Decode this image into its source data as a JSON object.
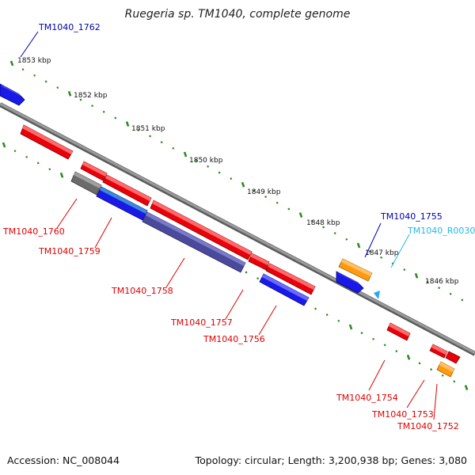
{
  "title": "Ruegeria sp. TM1040, complete genome",
  "footer": {
    "accession": "Accession: NC_008044",
    "topology": "Topology: circular; Length: 3,200,938 bp; Genes: 3,080"
  },
  "colors": {
    "backbone": "#808080",
    "tick": "#2e8b22",
    "gene_red": "#e8000a",
    "gene_blue": "#0000e0",
    "gene_orange": "#ff9000",
    "gene_grey": "#6b6b6b",
    "gene_purple": "#4a4a9c",
    "label_red": "#dd0000",
    "label_blue": "#0000b0",
    "label_cyan": "#22b8e8"
  },
  "scale_labels": [
    "1853 kbp",
    "1852 kbp",
    "1851 kbp",
    "1850 kbp",
    "1849 kbp",
    "1848 kbp",
    "1847 kbp",
    "1846 kbp"
  ],
  "gene_labels": {
    "tm1762": "TM1040_1762",
    "tm1760": "TM1040_1760",
    "tm1759": "TM1040_1759",
    "tm1758": "TM1040_1758",
    "tm1757": "TM1040_1757",
    "tm1756": "TM1040_1756",
    "tm1755": "TM1040_1755",
    "r0030": "TM1040_R0030",
    "tm1754": "TM1040_1754",
    "tm1753": "TM1040_1753",
    "tm1752": "TM1040_1752"
  }
}
